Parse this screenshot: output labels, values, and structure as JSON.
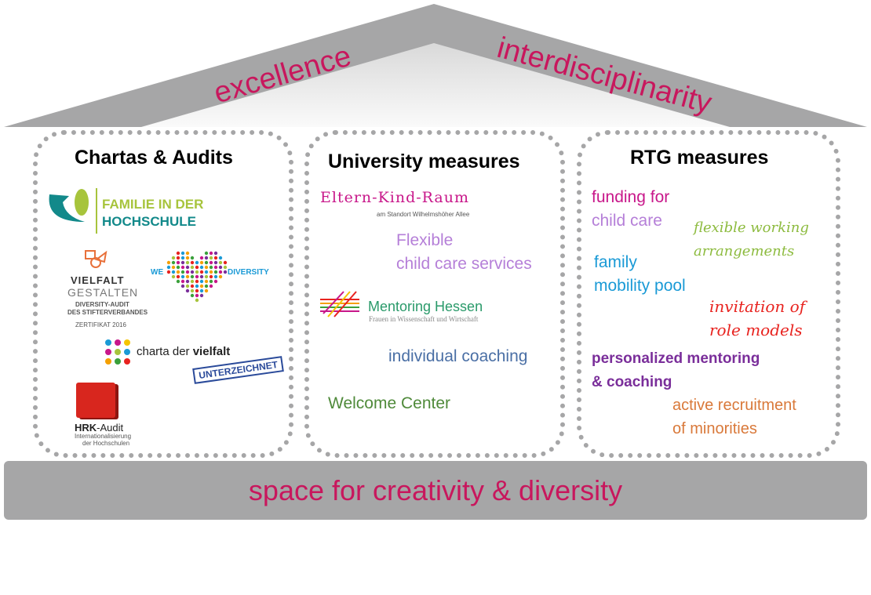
{
  "roof": {
    "left_word": "excellence",
    "right_word": "interdisciplinarity"
  },
  "columns": [
    {
      "title": "Chartas & Audits",
      "logos": {
        "familie": [
          "FAMILIE IN DER",
          "HOCHSCHULE"
        ],
        "vielfalt": [
          "VIELFALT",
          "GESTALTEN",
          "DIVERSITY-AUDIT",
          "DES STIFTERVERBANDES",
          "ZERTIFIKAT 2016"
        ],
        "we_diversity": [
          "WE",
          "DIVERSITY"
        ],
        "charta": [
          "charta der ",
          "vielfalt",
          "UNTERZEICHNET"
        ],
        "hrk": [
          "HRK",
          "-Audit",
          "Internationalisierung",
          "der Hochschulen"
        ]
      }
    },
    {
      "title": "University measures",
      "logos": {
        "eltern": [
          "Eltern-Kind-Raum",
          "am Standort Wilhelmshöher Allee"
        ],
        "mentoring": [
          "Mentoring Hessen",
          "Frauen in Wissenschaft und Wirtschaft"
        ]
      },
      "items": [
        {
          "text": "Flexible\nchild care services",
          "color": "#b57fd8"
        },
        {
          "text": "individual coaching",
          "color": "#4a6fa5"
        },
        {
          "text": "Welcome Center",
          "color": "#4f8a3a"
        }
      ]
    },
    {
      "title": "RTG measures",
      "items": [
        {
          "text": "funding for",
          "color": "#c8178a"
        },
        {
          "text": "child care",
          "color": "#b57fd8"
        },
        {
          "text": "flexible working\narrangements",
          "color": "#8dbb3f"
        },
        {
          "text": "family\nmobility pool",
          "color": "#1a9ad6"
        },
        {
          "text": "invitation of\nrole models",
          "color": "#e8231f"
        },
        {
          "text": "personalized mentoring\n& coaching",
          "color": "#7a2e9a"
        },
        {
          "text": "active recruitment\nof minorities",
          "color": "#d9793a"
        }
      ]
    }
  ],
  "base": {
    "label": "space for creativity & diversity"
  },
  "colors": {
    "accent": "#c8175d",
    "gray": "#a6a6a7"
  }
}
